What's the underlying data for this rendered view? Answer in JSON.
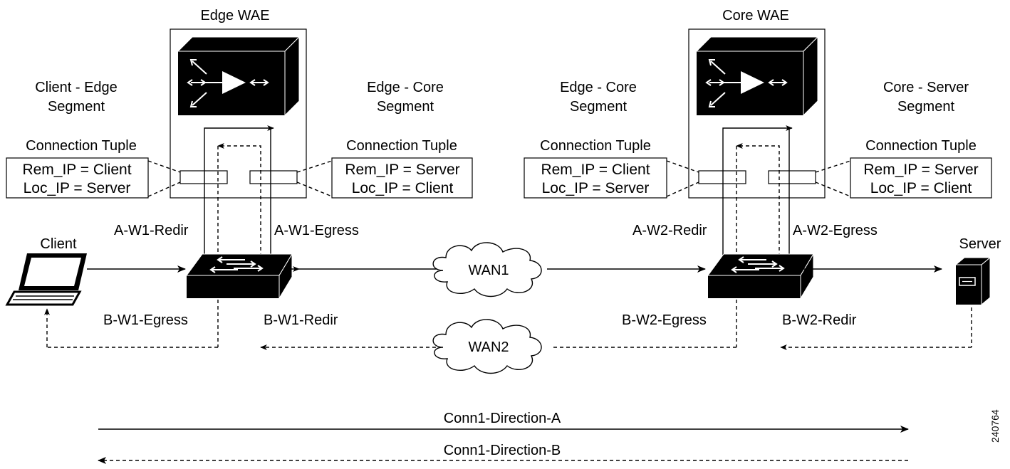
{
  "edge_wae": {
    "title": "Edge WAE",
    "left_segment": [
      "Client - Edge",
      "Segment"
    ],
    "right_segment": [
      "Edge - Core",
      "Segment"
    ],
    "left_tuple": {
      "heading": "Connection Tuple",
      "line1": "Rem_IP = Client",
      "line2": "Loc_IP = Server"
    },
    "right_tuple": {
      "heading": "Connection Tuple",
      "line1": "Rem_IP = Server",
      "line2": "Loc_IP = Client"
    },
    "redir_label": "A-W1-Redir",
    "egress_label": "A-W1-Egress",
    "b_egress_label": "B-W1-Egress",
    "b_redir_label": "B-W1-Redir"
  },
  "core_wae": {
    "title": "Core WAE",
    "left_segment": [
      "Edge - Core",
      "Segment"
    ],
    "right_segment": [
      "Core - Server",
      "Segment"
    ],
    "left_tuple": {
      "heading": "Connection Tuple",
      "line1": "Rem_IP = Client",
      "line2": "Loc_IP = Server"
    },
    "right_tuple": {
      "heading": "Connection Tuple",
      "line1": "Rem_IP = Server",
      "line2": "Loc_IP = Client"
    },
    "redir_label": "A-W2-Redir",
    "egress_label": "A-W2-Egress",
    "b_egress_label": "B-W2-Egress",
    "b_redir_label": "B-W2-Redir"
  },
  "client_label": "Client",
  "server_label": "Server",
  "wan1_label": "WAN1",
  "wan2_label": "WAN2",
  "direction_a": "Conn1-Direction-A",
  "direction_b": "Conn1-Direction-B",
  "figure_id": "240764"
}
